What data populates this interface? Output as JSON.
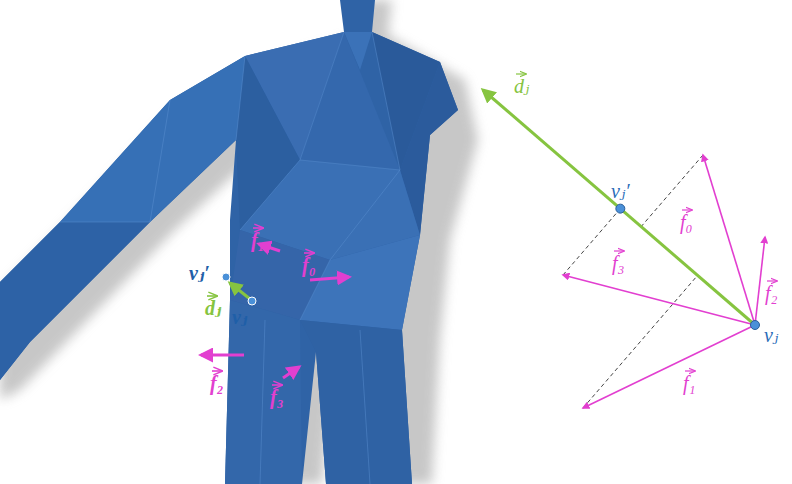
{
  "diagram": {
    "labels": [
      "f₁",
      "f₀",
      "vⱼ′",
      "dⱼ",
      "vⱼ",
      "f₂",
      "f₃",
      "dⱼ",
      "vⱼ′",
      "f₀",
      "f₃",
      "f₂",
      "f₁",
      "vⱼ"
    ]
  }
}
